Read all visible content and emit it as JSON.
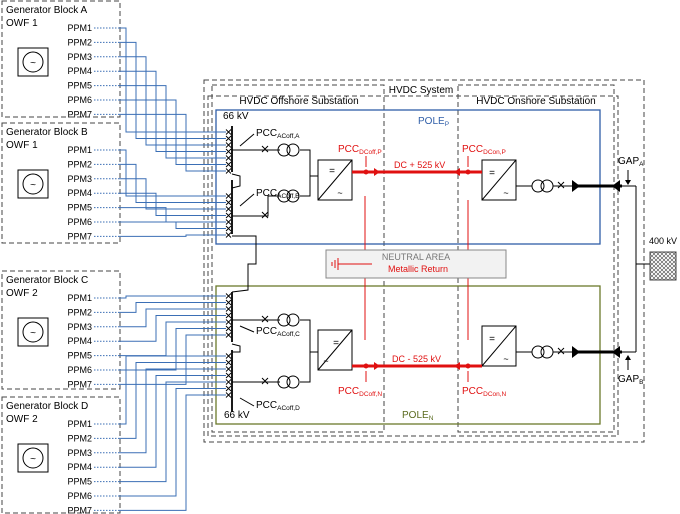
{
  "generator_blocks": [
    {
      "title": "Generator Block A",
      "owf": "OWF 1",
      "ppms": [
        "PPM1",
        "PPM2",
        "PPM3",
        "PPM4",
        "PPM5",
        "PPM6",
        "PPM7"
      ]
    },
    {
      "title": "Generator Block B",
      "owf": "OWF 1",
      "ppms": [
        "PPM1",
        "PPM2",
        "PPM3",
        "PPM4",
        "PPM5",
        "PPM6",
        "PPM7"
      ]
    },
    {
      "title": "Generator Block C",
      "owf": "OWF 2",
      "ppms": [
        "PPM1",
        "PPM2",
        "PPM3",
        "PPM4",
        "PPM5",
        "PPM6",
        "PPM7"
      ]
    },
    {
      "title": "Generator Block D",
      "owf": "OWF 2",
      "ppms": [
        "PPM1",
        "PPM2",
        "PPM3",
        "PPM4",
        "PPM5",
        "PPM6",
        "PPM7"
      ]
    }
  ],
  "hvdc": {
    "system_label": "HVDC System",
    "offshore_label": "HVDC Offshore Substation",
    "onshore_label": "HVDC Onshore Substation",
    "kv_top": "66 kV",
    "kv_bottom": "66 kV",
    "pole_p": {
      "main": "POLE",
      "sub": "P"
    },
    "pole_n": {
      "main": "POLE",
      "sub": "N"
    },
    "dc_pos": "DC + 525 kV",
    "dc_neg": "DC  - 525 kV",
    "neutral_area": "NEUTRAL AREA",
    "metallic_return": "Metallic Return",
    "grid_kv": "400 kV"
  },
  "pcc": {
    "ac_a": {
      "main": "PCC",
      "sub": "ACoff,A"
    },
    "ac_b": {
      "main": "PCC",
      "sub": "ACoff,B"
    },
    "ac_c": {
      "main": "PCC",
      "sub": "ACoff,C"
    },
    "ac_d": {
      "main": "PCC",
      "sub": "ACoff,D"
    },
    "dc_off_p": {
      "main": "PCC",
      "sub": "DCoff,P"
    },
    "dc_on_p": {
      "main": "PCC",
      "sub": "DCon,P"
    },
    "dc_off_n": {
      "main": "PCC",
      "sub": "DCoff,N"
    },
    "dc_on_n": {
      "main": "PCC",
      "sub": "DCon,N"
    }
  },
  "gap": {
    "a": {
      "main": "GAP",
      "sub": "A"
    },
    "b": {
      "main": "GAP",
      "sub": "B"
    }
  },
  "colors": {
    "pole_p": "#2f5ea8",
    "pole_n": "#6b7a2b",
    "dc": "#e01010",
    "feeder": "#3b6fb5"
  }
}
